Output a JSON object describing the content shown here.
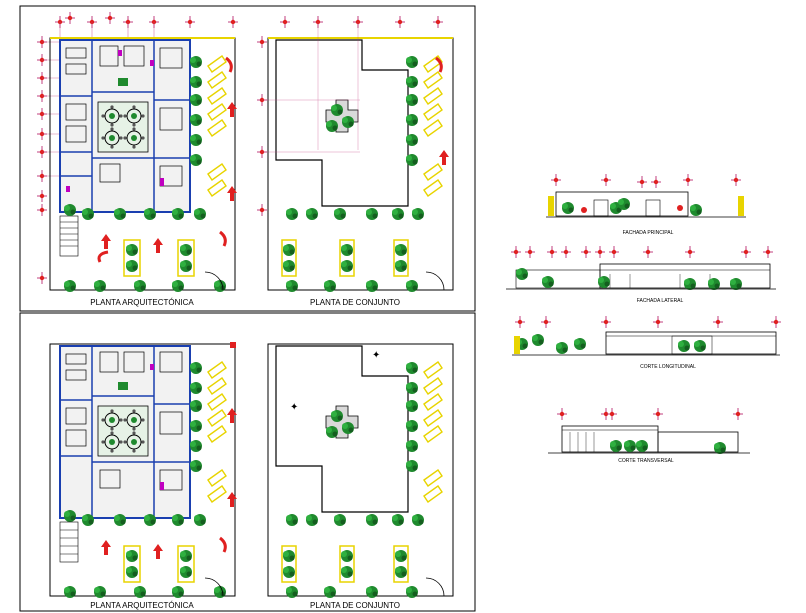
{
  "sheet_labels": {
    "top_left": "PLANTA ARQUITECTÓNICA",
    "top_right": "PLANTA DE CONJUNTO",
    "bottom_left": "PLANTA ARQUITECTÓNICA",
    "bottom_right": "PLANTA DE CONJUNTO"
  },
  "elevation_labels": {
    "fachada_principal": "FACHADA PRINCIPAL",
    "fachada_lateral": "FACHADA LATERAL",
    "corte_longitudinal": "CORTE LONGITUDINAL",
    "corte_transversal": "CORTE TRANSVERSAL"
  },
  "colors": {
    "line": "#000000",
    "wall": "#1a3fb0",
    "room_fill": "#f2f2f2",
    "grid_axis": "#c04080",
    "yellow": "#e8d400",
    "tree": "#1f8a2e",
    "red": "#e02020",
    "magenta": "#c000c0",
    "cyan": "#18a0d0"
  }
}
